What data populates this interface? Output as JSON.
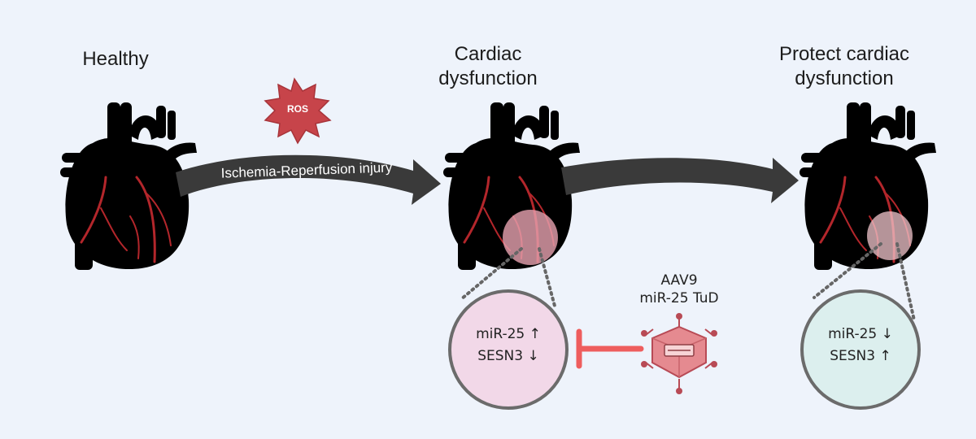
{
  "stages": {
    "healthy": "Healthy",
    "dysfunction_line1": "Cardiac",
    "dysfunction_line2": "dysfunction",
    "protect_line1": "Protect cardiac",
    "protect_line2": "dysfunction"
  },
  "injury": {
    "badge": "ROS",
    "arrow_label": "Ischemia-Reperfusion injury"
  },
  "zoom_left": {
    "line1": "miR-25 ↑",
    "line2": "SESN3 ↓"
  },
  "zoom_right": {
    "line1": "miR-25 ↓",
    "line2": "SESN3 ↑"
  },
  "therapy": {
    "line1": "AAV9",
    "line2": "miR-25 TuD"
  },
  "colors": {
    "background": "#eef3fb",
    "arrow": "#3a3a3a",
    "heart_pink": "#f0a3a5",
    "heart_gray": "#bdbdbd",
    "vessel": "#b3262b",
    "ros": "#c7444a",
    "circle_left": "#f2d8e8",
    "circle_right": "#dcefee",
    "inhibit": "#ee5d5d"
  }
}
